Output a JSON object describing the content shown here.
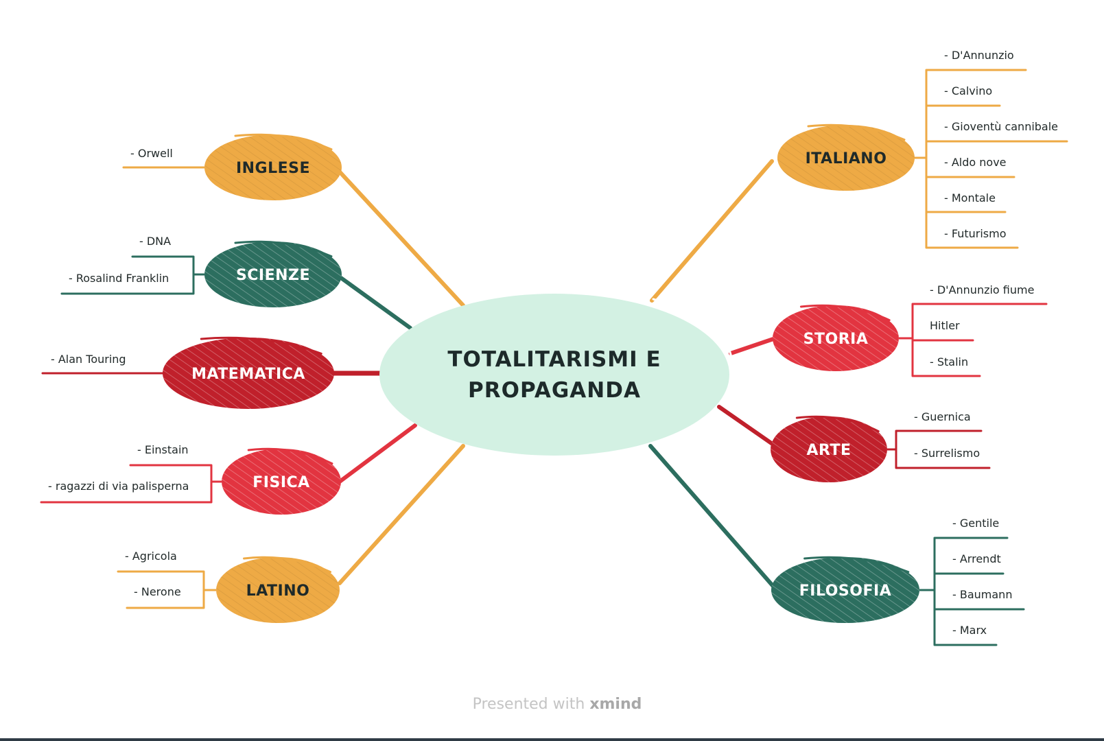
{
  "center": {
    "line1": "TOTALITARISMI E",
    "line2": "PROPAGANDA"
  },
  "colors": {
    "orange": "#eeaa45",
    "teal": "#2c6e5f",
    "red": "#e23440",
    "darkred": "#c0202b",
    "center_fill": "#d3f1e3",
    "text_dark": "#1f2a2a",
    "text_light": "#ffffff",
    "footer_gray": "#c4c4c4",
    "footer_brand": "#a8a8a8"
  },
  "topics": {
    "inglese": {
      "label": "INGLESE",
      "leaves": [
        "- Orwell"
      ]
    },
    "scienze": {
      "label": "SCIENZE",
      "leaves": [
        "- DNA",
        "- Rosalind Franklin"
      ]
    },
    "matematica": {
      "label": "MATEMATICA",
      "leaves": [
        "- Alan Touring"
      ]
    },
    "fisica": {
      "label": "FISICA",
      "leaves": [
        "- Einstain",
        "- ragazzi di via palisperna"
      ]
    },
    "latino": {
      "label": "LATINO",
      "leaves": [
        "- Agricola",
        "- Nerone"
      ]
    },
    "italiano": {
      "label": "ITALIANO",
      "leaves": [
        "- D'Annunzio",
        "- Calvino",
        "- Gioventù cannibale",
        "- Aldo nove",
        "- Montale",
        "- Futurismo"
      ]
    },
    "storia": {
      "label": "STORIA",
      "leaves": [
        "- D'Annunzio fiume",
        "Hitler",
        "- Stalin"
      ]
    },
    "arte": {
      "label": "ARTE",
      "leaves": [
        "- Guernica",
        "- Surrelismo"
      ]
    },
    "filosofia": {
      "label": "FILOSOFIA",
      "leaves": [
        "- Gentile",
        "- Arrendt",
        "- Baumann",
        "- Marx"
      ]
    }
  },
  "footer": {
    "prefix": "Presented with ",
    "brand": "xmind"
  }
}
